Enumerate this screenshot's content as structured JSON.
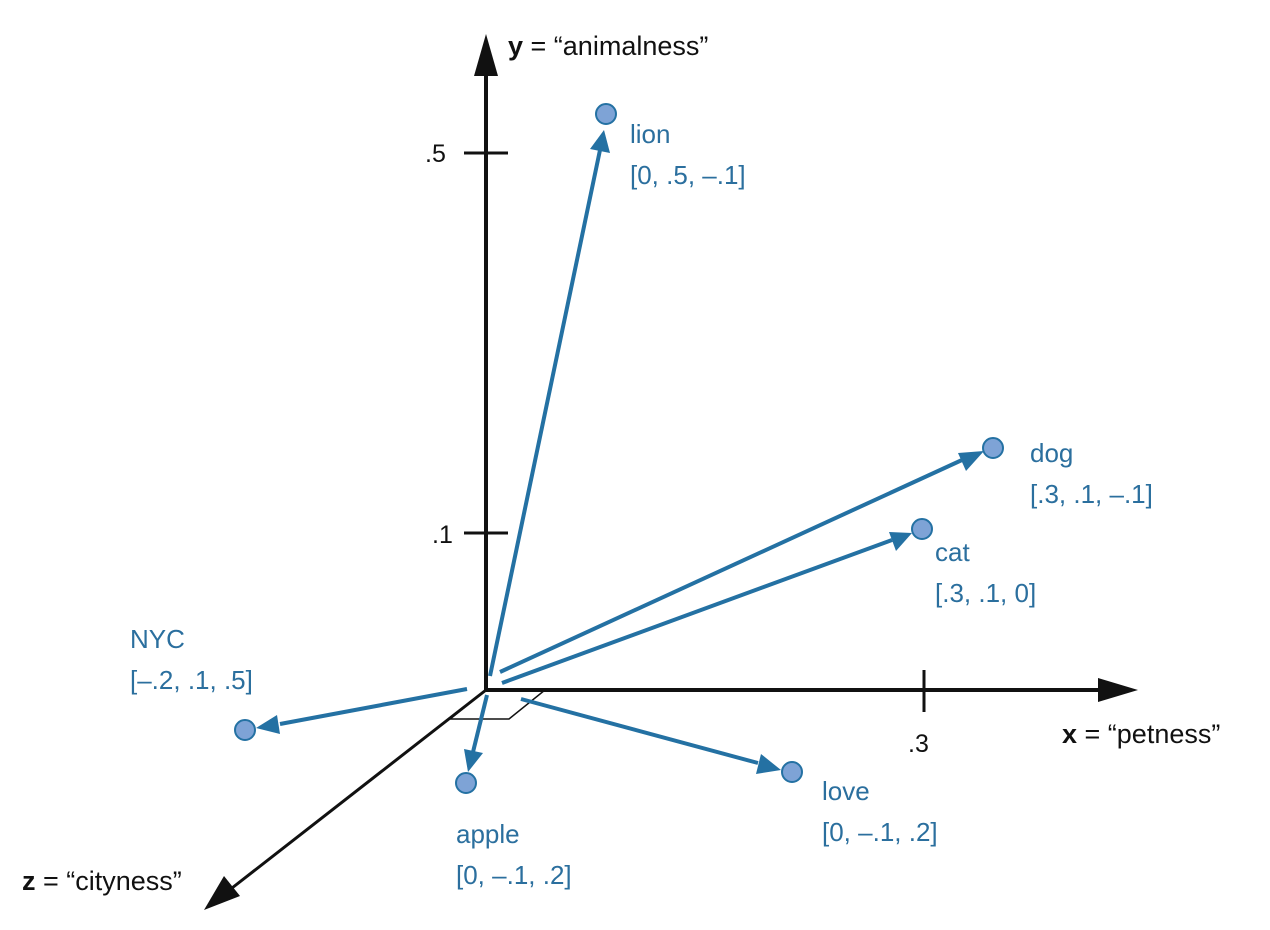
{
  "colors": {
    "axis": "#111111",
    "vector": "#2471a3",
    "point_fill": "#7ea3d6",
    "text": "#2b6f9e"
  },
  "axes": {
    "y": {
      "letter": "y",
      "rest": " = “animalness”"
    },
    "x": {
      "letter": "x",
      "rest": " = “petness”"
    },
    "z": {
      "letter": "z",
      "rest": " = “cityness”"
    }
  },
  "ticks": {
    "y_high": ".5",
    "y_low": ".1",
    "x": ".3"
  },
  "vectors": [
    {
      "id": "lion",
      "label": "lion",
      "coords": "[0, .5, –.1]"
    },
    {
      "id": "dog",
      "label": "dog",
      "coords": "[.3, .1, –.1]"
    },
    {
      "id": "cat",
      "label": "cat",
      "coords": "[.3, .1, 0]"
    },
    {
      "id": "nyc",
      "label": "NYC",
      "coords": "[–.2, .1, .5]"
    },
    {
      "id": "apple",
      "label": "apple",
      "coords": "[0, –.1, .2]"
    },
    {
      "id": "love",
      "label": "love",
      "coords": "[0, –.1, .2]"
    }
  ]
}
